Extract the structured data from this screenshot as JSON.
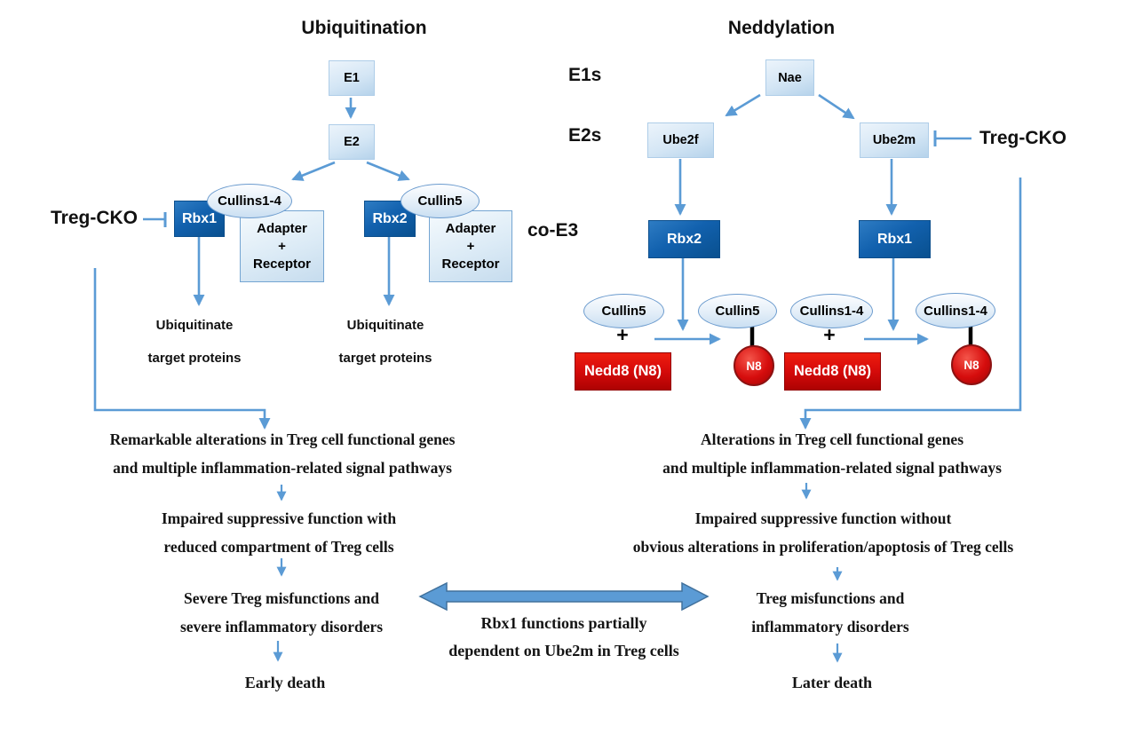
{
  "titles": {
    "left": "Ubiquitination",
    "right": "Neddylation"
  },
  "enzyme_levels": {
    "e1s": "E1s",
    "e2s": "E2s",
    "co_e3": "co-E3"
  },
  "ubiquitination": {
    "e1": "E1",
    "e2": "E2",
    "treg_cko": "Treg-CKO",
    "complex1": {
      "rbx": "Rbx1",
      "cullin": "Cullins1-4",
      "adapter": "Adapter",
      "plus": "+",
      "receptor": "Receptor"
    },
    "complex2": {
      "rbx": "Rbx2",
      "cullin": "Cullin5",
      "adapter": "Adapter",
      "plus": "+",
      "receptor": "Receptor"
    },
    "outcome1": {
      "line1": "Ubiquitinate",
      "line2": "target proteins"
    },
    "outcome2": {
      "line1": "Ubiquitinate",
      "line2": "target proteins"
    }
  },
  "neddylation": {
    "nae": "Nae",
    "ube2f": "Ube2f",
    "ube2m": "Ube2m",
    "treg_cko": "Treg-CKO",
    "reaction1": {
      "rbx": "Rbx2",
      "substrate": "Cullin5",
      "plus": "+",
      "nedd8": "Nedd8 (N8)",
      "product": "Cullin5",
      "n8": "N8"
    },
    "reaction2": {
      "rbx": "Rbx1",
      "substrate": "Cullins1-4",
      "plus": "+",
      "nedd8": "Nedd8 (N8)",
      "product": "Cullins1-4",
      "n8": "N8"
    }
  },
  "left_flow": {
    "step1": {
      "line1": "Remarkable alterations in Treg cell functional genes",
      "line2": "and multiple inflammation-related signal pathways"
    },
    "step2": {
      "line1": "Impaired suppressive function with",
      "line2": "reduced compartment of Treg cells"
    },
    "step3": {
      "line1": "Severe Treg misfunctions and",
      "line2": "severe inflammatory disorders"
    },
    "step4": "Early death"
  },
  "right_flow": {
    "step1": {
      "line1": "Alterations in Treg cell functional genes",
      "line2": "and multiple inflammation-related signal pathways"
    },
    "step2": {
      "line1": "Impaired suppressive function without",
      "line2": "obvious alterations in proliferation/apoptosis of Treg cells"
    },
    "step3": {
      "line1": "Treg misfunctions and",
      "line2": "inflammatory disorders"
    },
    "step4": "Later death"
  },
  "center_note": {
    "line1": "Rbx1 functions partially",
    "line2": "dependent on Ube2m in Treg cells"
  },
  "colors": {
    "arrow_blue": "#5b9bd5",
    "arrow_border": "#41719c",
    "dark_box_blue": "#0e5aa0",
    "light_box_blue": "#c9ddf0",
    "red": "#d50a0a",
    "black_stem": "#000000"
  }
}
